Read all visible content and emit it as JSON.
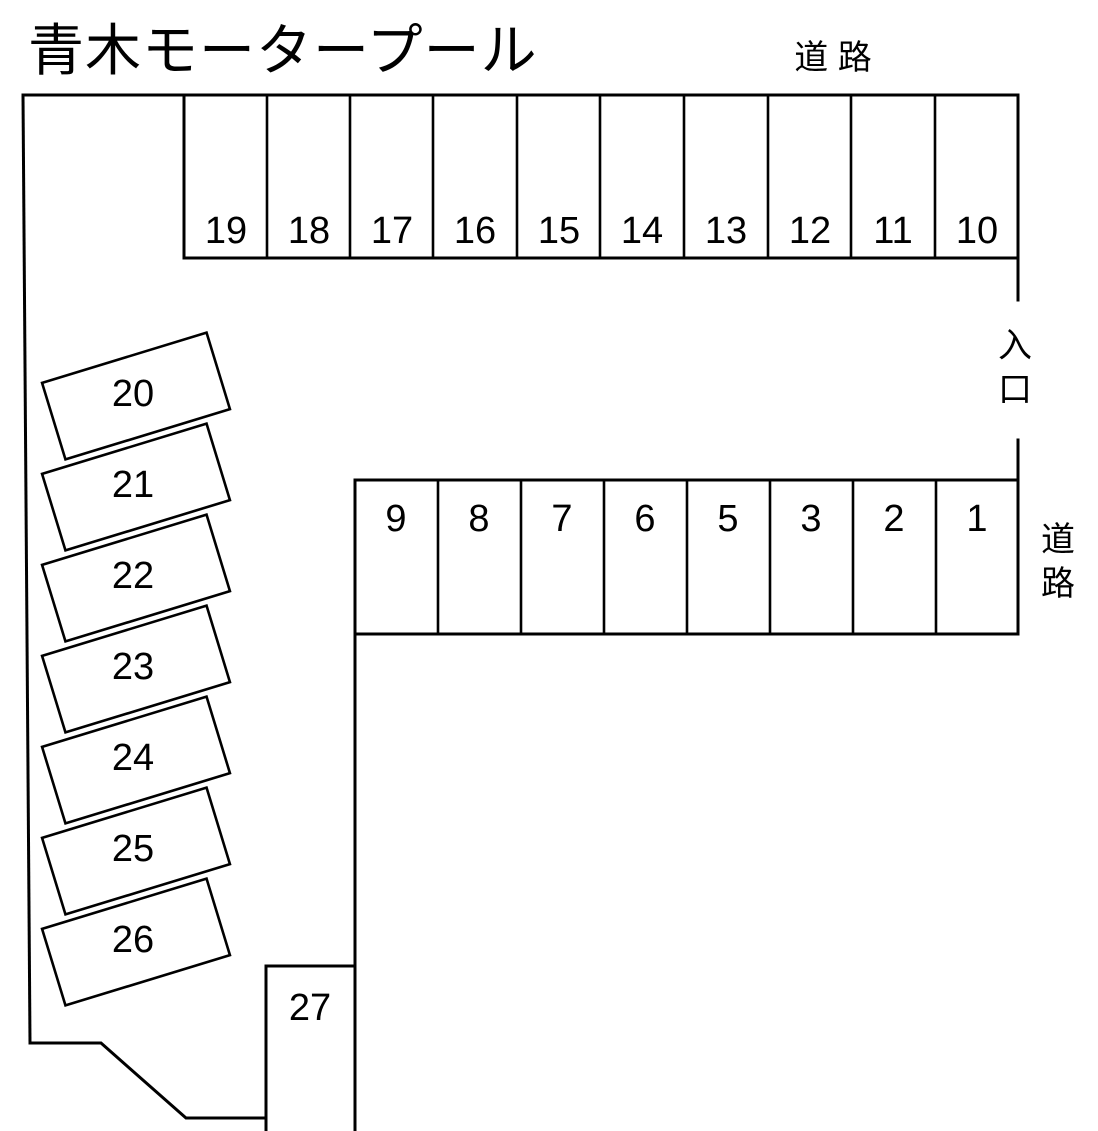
{
  "title": "青木モータープール",
  "labels": {
    "road_top": "道 路",
    "road_right_char1": "道",
    "road_right_char2": "路",
    "entrance_char1": "入",
    "entrance_char2": "口"
  },
  "colors": {
    "line": "#000000",
    "background": "#ffffff",
    "text": "#000000"
  },
  "rows": {
    "top": {
      "name": "top-row",
      "stalls": [
        "19",
        "18",
        "17",
        "16",
        "15",
        "14",
        "13",
        "12",
        "11",
        "10"
      ]
    },
    "middle": {
      "name": "middle-row",
      "stalls": [
        "9",
        "8",
        "7",
        "6",
        "5",
        "3",
        "2",
        "1"
      ]
    },
    "angled": {
      "name": "angled-column",
      "stalls": [
        "20",
        "21",
        "22",
        "23",
        "24",
        "25",
        "26"
      ]
    },
    "bottom": {
      "name": "bottom-stall",
      "stalls": [
        "27"
      ]
    }
  }
}
